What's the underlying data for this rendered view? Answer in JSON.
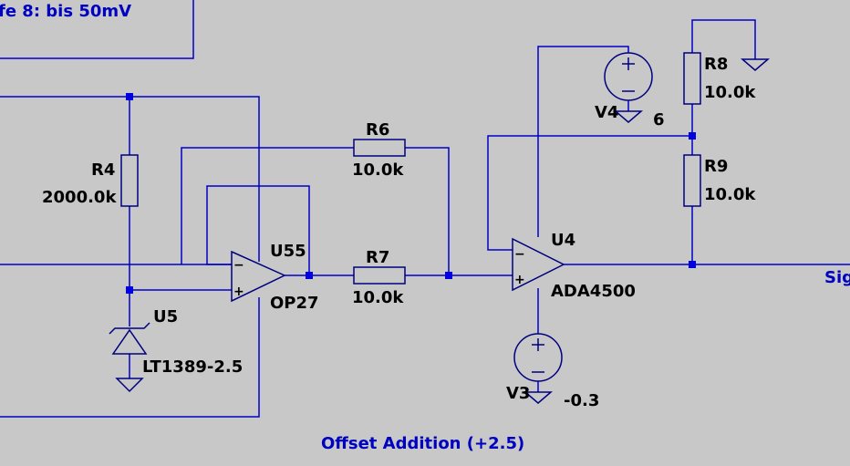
{
  "colors": {
    "background": "#c8c8c8",
    "wire": "#0000c8",
    "part": "#000080",
    "junction": "#0000e0",
    "comment_text": "#0000c0",
    "label_text": "#000000"
  },
  "comments": {
    "top_left_fragment": "fe 8: bis 50mV",
    "bottom": "Offset Addition (+2.5)",
    "net_label_right": "Sig"
  },
  "components": {
    "R4": {
      "name": "R4",
      "value": "2000.0k"
    },
    "R6": {
      "name": "R6",
      "value": "10.0k"
    },
    "R7": {
      "name": "R7",
      "value": "10.0k"
    },
    "R8": {
      "name": "R8",
      "value": "10.0k"
    },
    "R9": {
      "name": "R9",
      "value": "10.0k"
    },
    "U55": {
      "name": "U55",
      "model": "OP27"
    },
    "U4": {
      "name": "U4",
      "model": "ADA4500"
    },
    "U5": {
      "name": "U5",
      "model": "LT1389-2.5"
    },
    "V4": {
      "name": "V4",
      "value": "6"
    },
    "V3": {
      "name": "V3",
      "value": "-0.3"
    }
  },
  "symbols": {
    "plus": "+",
    "minus": "−"
  }
}
